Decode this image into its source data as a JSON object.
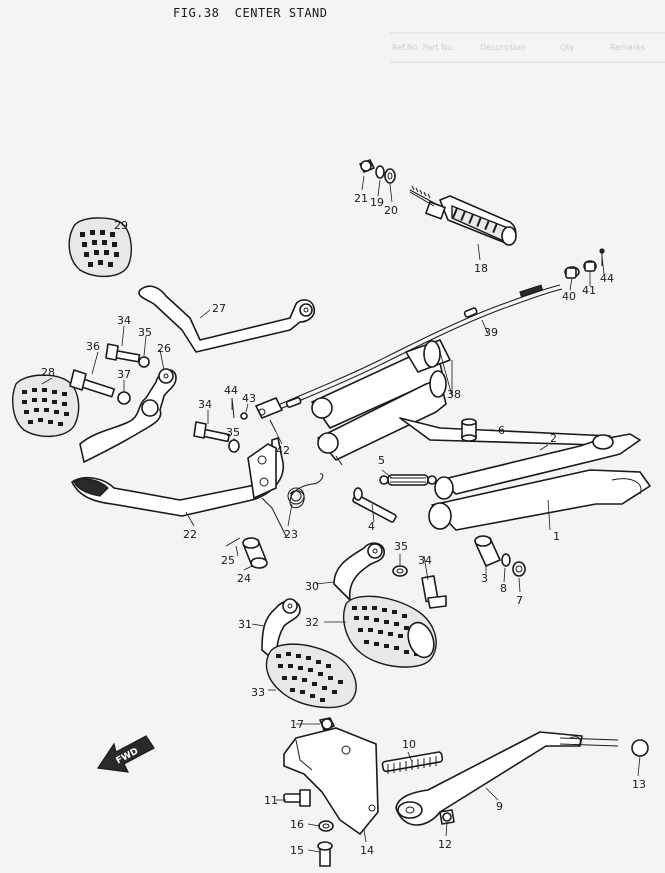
{
  "figure": {
    "title": "FIG.38  CENTER STAND",
    "fwd_label": "FWD"
  },
  "background_table": {
    "headers": [
      "Ref.No.",
      "Part No.",
      "Description",
      "Qty",
      "Remarks"
    ],
    "visible_header_fragments": [
      "Ref.No. Part No.",
      "Description",
      "Qty",
      "Remarks"
    ]
  },
  "callouts": [
    {
      "id": "1",
      "label": "1"
    },
    {
      "id": "2",
      "label": "2"
    },
    {
      "id": "3",
      "label": "3"
    },
    {
      "id": "4",
      "label": "4"
    },
    {
      "id": "5",
      "label": "5"
    },
    {
      "id": "6",
      "label": "6"
    },
    {
      "id": "7",
      "label": "7"
    },
    {
      "id": "8",
      "label": "8"
    },
    {
      "id": "9",
      "label": "9"
    },
    {
      "id": "10",
      "label": "10"
    },
    {
      "id": "11",
      "label": "11"
    },
    {
      "id": "12",
      "label": "12"
    },
    {
      "id": "13",
      "label": "13"
    },
    {
      "id": "14",
      "label": "14"
    },
    {
      "id": "15",
      "label": "15"
    },
    {
      "id": "16",
      "label": "16"
    },
    {
      "id": "17",
      "label": "17"
    },
    {
      "id": "18",
      "label": "18"
    },
    {
      "id": "19",
      "label": "19"
    },
    {
      "id": "20",
      "label": "20"
    },
    {
      "id": "21",
      "label": "21"
    },
    {
      "id": "22",
      "label": "22"
    },
    {
      "id": "23",
      "label": "23"
    },
    {
      "id": "24",
      "label": "24"
    },
    {
      "id": "25",
      "label": "25"
    },
    {
      "id": "26",
      "label": "26"
    },
    {
      "id": "27",
      "label": "27"
    },
    {
      "id": "28",
      "label": "28"
    },
    {
      "id": "29",
      "label": "29"
    },
    {
      "id": "30",
      "label": "30"
    },
    {
      "id": "31",
      "label": "31"
    },
    {
      "id": "32",
      "label": "32"
    },
    {
      "id": "33",
      "label": "33"
    },
    {
      "id": "34a",
      "label": "34"
    },
    {
      "id": "34b",
      "label": "34"
    },
    {
      "id": "34c",
      "label": "34"
    },
    {
      "id": "35a",
      "label": "35"
    },
    {
      "id": "35b",
      "label": "35"
    },
    {
      "id": "35c",
      "label": "35"
    },
    {
      "id": "36",
      "label": "36"
    },
    {
      "id": "37",
      "label": "37"
    },
    {
      "id": "38",
      "label": "38"
    },
    {
      "id": "39",
      "label": "39"
    },
    {
      "id": "40",
      "label": "40"
    },
    {
      "id": "41",
      "label": "41"
    },
    {
      "id": "42",
      "label": "42"
    },
    {
      "id": "43",
      "label": "43"
    },
    {
      "id": "44a",
      "label": "44"
    },
    {
      "id": "44b",
      "label": "44"
    }
  ]
}
